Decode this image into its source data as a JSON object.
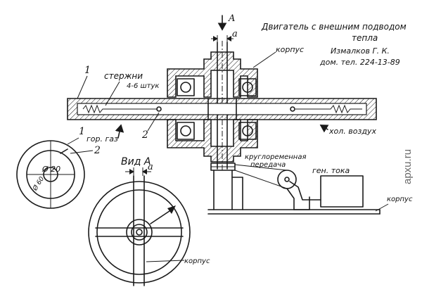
{
  "title": {
    "line1": "Двигатель с внешним подводом",
    "line2": "тепла",
    "author": "Измалков Г. К.",
    "phone": "дом. тел. 224-13-89"
  },
  "labels": {
    "arrow_A": "A",
    "dim_a_top": "a",
    "korpus_top": "корпус",
    "num_1_top": "1",
    "sterzhni": "стержни",
    "sterzhni_count": "4-6 штук",
    "gor_gaz_arrow_num": "2",
    "hol_vozduh": "хол. воздух",
    "kruglorem_1": "круглоременная",
    "kruglorem_2": "передача",
    "gen_toka": "ген. тока",
    "korpus_right": "корпус",
    "view_A": "Вид A",
    "dim_a_view": "a",
    "korpus_bottom": "корпус",
    "disk_num_1": "1",
    "gor_gaz": "гор. газ",
    "disk_num_2": "2",
    "phi_20": "Ø 20",
    "phi_60": "Ø 60"
  },
  "watermark": "apxu.ru"
}
